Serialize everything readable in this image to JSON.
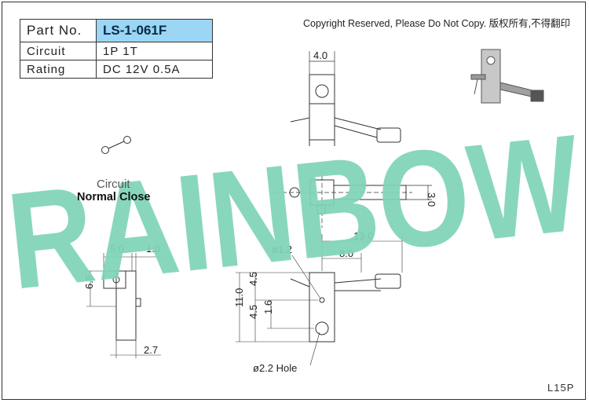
{
  "spec": {
    "part_no_label": "Part No.",
    "part_no": "LS-1-061F",
    "circuit_label": "Circuit",
    "circuit": "1P 1T",
    "rating_label": "Rating",
    "rating": "DC 12V 0.5A"
  },
  "copyright": "Copyright Reserved, Please Do Not Copy. 版权所有,不得翻印",
  "circuit_diagram": {
    "title": "Circuit",
    "type": "Normal Close"
  },
  "watermark": {
    "text": "RAINBOW",
    "color": "#7fd5b8"
  },
  "dimensions": {
    "top_width": "4.0",
    "side_height": "3.0",
    "length_total": "13.0",
    "length_partial": "8.0",
    "pin_dia": "ø1.2",
    "front_height": "11.0",
    "front_upper": "4.5",
    "front_lower": "4.5",
    "front_offset": "1.6",
    "hole": "ø2.2 Hole",
    "left_width": "5.0",
    "left_gap": "1.0",
    "left_height": "6.5",
    "left_bottom": "2.7"
  },
  "drawing_code": "L15P",
  "colors": {
    "part_no_bg": "#9bd6f4",
    "line": "#333333"
  }
}
